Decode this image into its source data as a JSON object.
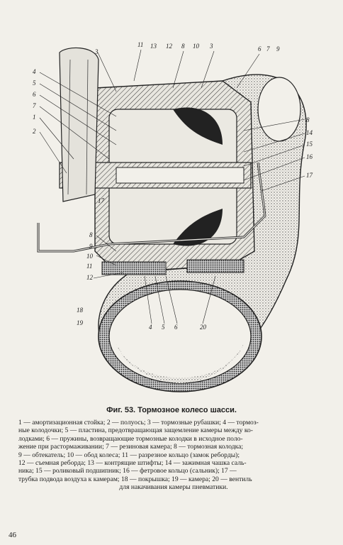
{
  "figure": {
    "callouts_top": [
      "3",
      "11",
      "13",
      "12",
      "8",
      "10",
      "3",
      "6",
      "7",
      "9"
    ],
    "callouts_left": [
      "4",
      "5",
      "6",
      "7",
      "1",
      "2",
      "17",
      "8",
      "9",
      "10",
      "11",
      "12",
      "18",
      "19"
    ],
    "callouts_right": [
      "8",
      "14",
      "15",
      "16",
      "17"
    ],
    "callouts_bottom": [
      "4",
      "5",
      "6",
      "20"
    ]
  },
  "caption": "Фиг. 53. Тормозное колесо шасси.",
  "legend": [
    "1 — амортизационная стойка; 2 — полуось; 3 — тормозные рубашки; 4 — тормоз-",
    "ные колодочки; 5 — пластина, предотвращающая защемление камеры между ко-",
    "лодками; 6 — пружины, возвращающие тормозные колодки в исходное поло-",
    "жение при растормаживании; 7 — резиновая камера; 8 — тормозная колодка;",
    "9 — обтекатель; 10 — обод колеса; 11 — разрезное кольцо (замок реборды);",
    "12 — съемная реборда; 13 — контрящие штифты; 14 — зажимная чашка саль-",
    "ника; 15 — роликовый подшипник; 16 — фетровое кольцо (сальник); 17 —",
    "трубка подвода воздуха к камерам; 18 — покрышка; 19 — камера; 20 — вентиль",
    "для накачивания камеры пневматики."
  ],
  "page_number": "46"
}
